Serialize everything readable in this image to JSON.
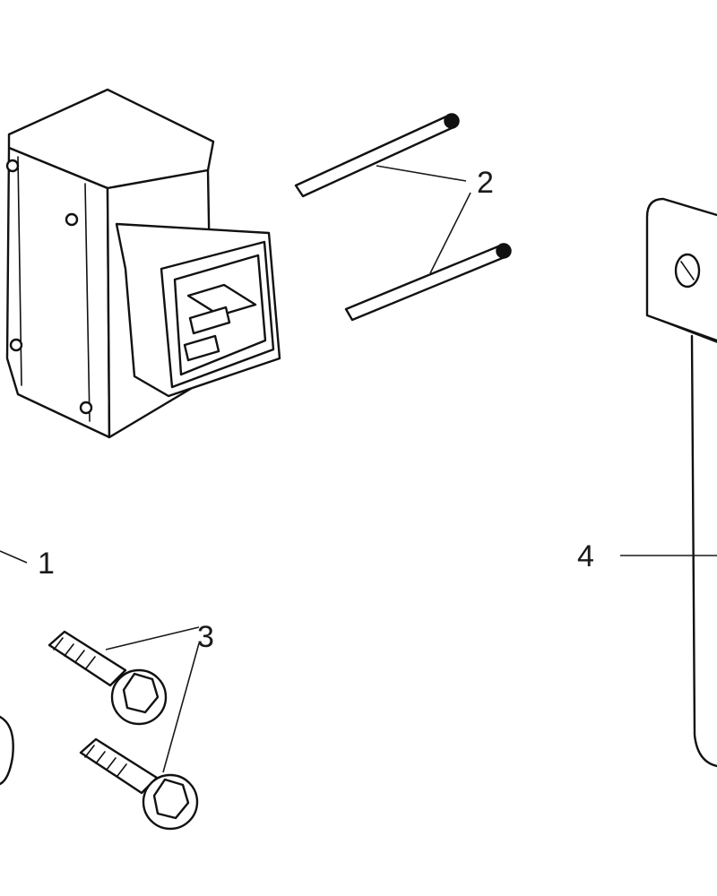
{
  "callouts": {
    "relay": "1",
    "pins": "2",
    "bolts": "3",
    "bracket": "4"
  },
  "background": "#ffffff",
  "line_color": "#111111"
}
